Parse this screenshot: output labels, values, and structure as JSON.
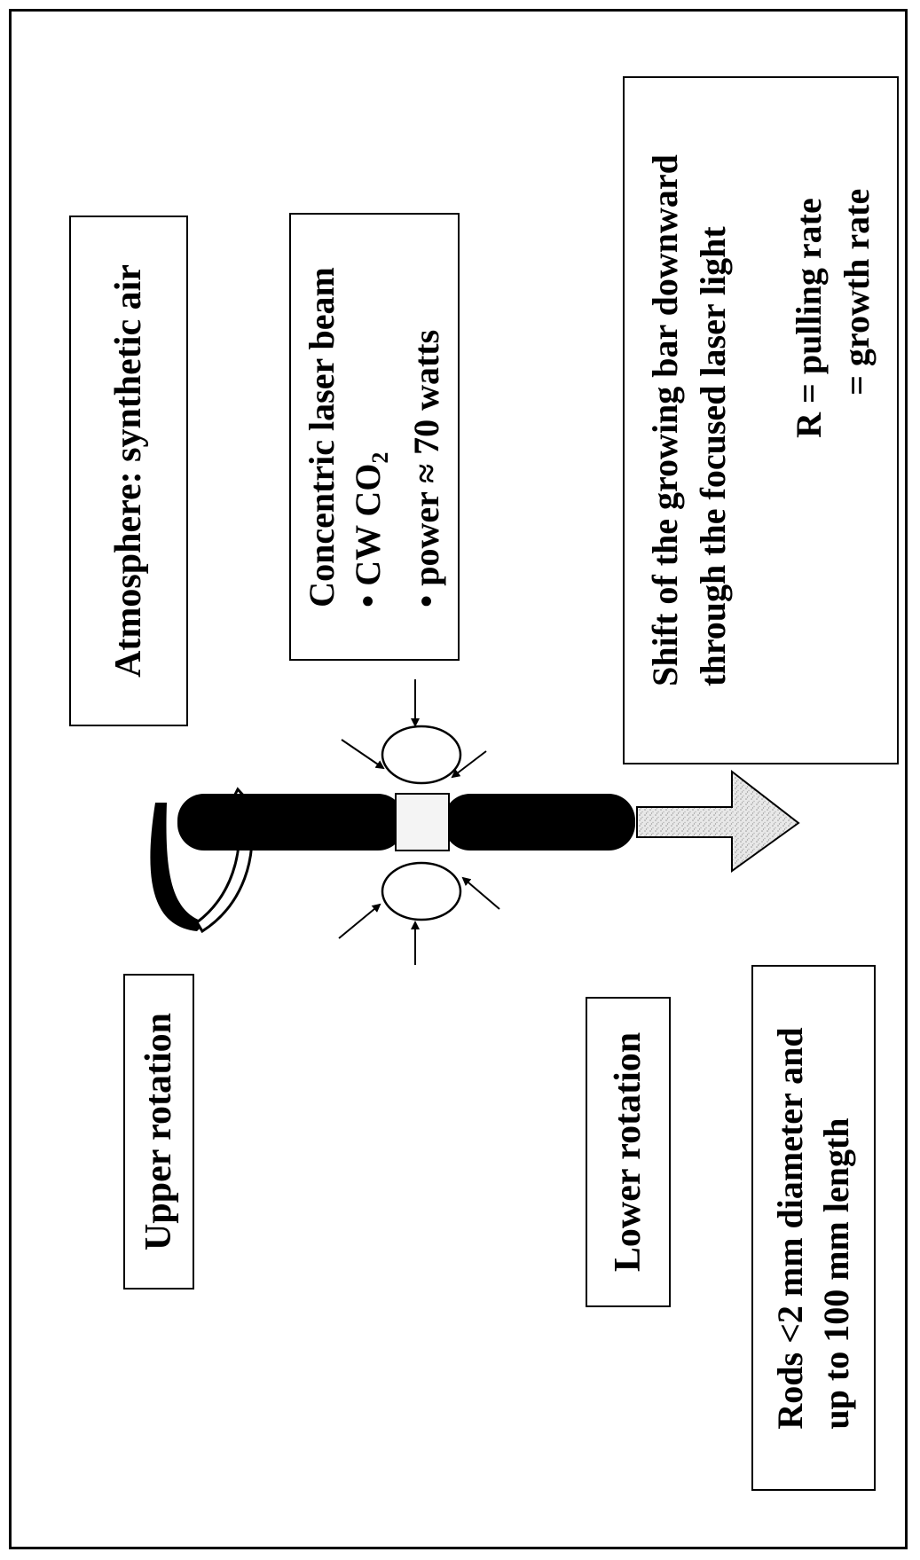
{
  "atmosphere_label": "Atmosphere: synthetic air",
  "laser": {
    "title": "Concentric laser beam",
    "bullet": "•",
    "line1_prefix": "CW CO",
    "line1_sub": "2",
    "line2_prefix": "power",
    "approx": "≈",
    "line2_value": "70 watts"
  },
  "shift": {
    "line1": "Shift of the growing bar downward",
    "line2": "through the focused laser light",
    "eq1": "R =  pulling rate",
    "eq2": "= growth rate"
  },
  "upper_rotation_label": "Upper rotation",
  "lower_rotation_label": "Lower rotation",
  "rods": {
    "line1": "Rods <2 mm diameter and",
    "line2": "up to 100 mm length"
  }
}
